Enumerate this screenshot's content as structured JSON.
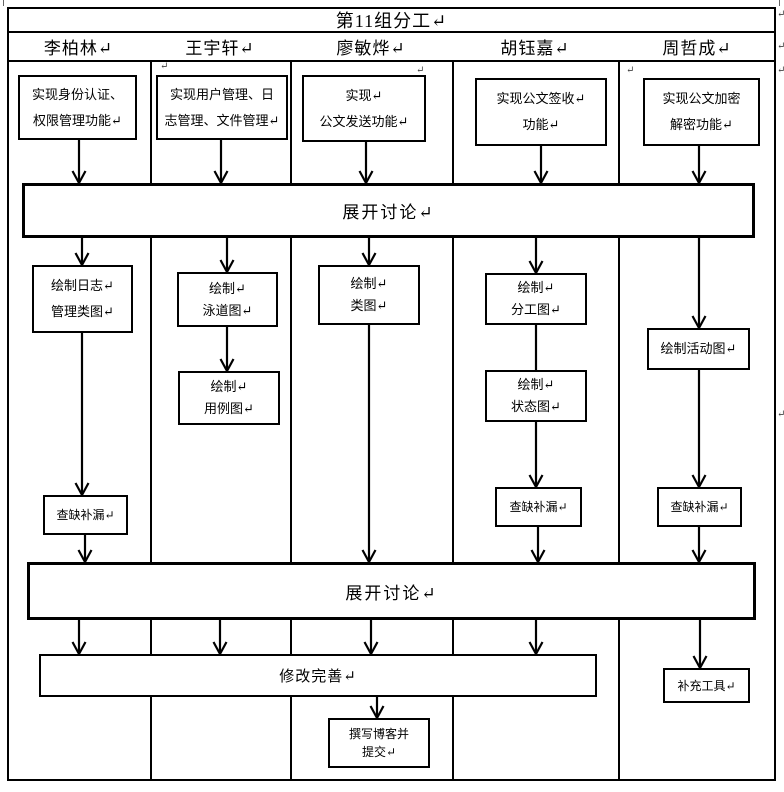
{
  "page": {
    "title": "第11组分工↵"
  },
  "columns": [
    {
      "member": "李柏林↵",
      "tasks": {
        "implement": "实现身份认证、\n权限管理功能↵",
        "diagram1": "绘制日志↵\n管理类图↵",
        "gap_check": "查缺补漏↵"
      }
    },
    {
      "member": "王宇轩↵",
      "tasks": {
        "implement": "实现用户管理、日\n志管理、文件管理↵",
        "diagram1": "绘制↵\n泳道图↵",
        "diagram2": "绘制↵\n用例图↵"
      }
    },
    {
      "member": "廖敏烨↵",
      "tasks": {
        "implement": "实现↵\n公文发送功能↵",
        "diagram1": "绘制↵\n类图↵",
        "blog": "撰写博客并\n提交↵"
      }
    },
    {
      "member": "胡钰嘉↵",
      "tasks": {
        "implement": "实现公文签收↵\n功能↵",
        "diagram1": "绘制↵\n分工图↵",
        "diagram2": "绘制↵\n状态图↵",
        "gap_check": "查缺补漏↵"
      }
    },
    {
      "member": "周哲成↵",
      "tasks": {
        "implement": "实现公文加密\n解密功能↵",
        "diagram1": "绘制活动图↵",
        "gap_check": "查缺补漏↵",
        "tools": "补充工具↵"
      }
    }
  ],
  "bands": {
    "discussion1": "展开讨论↵",
    "discussion2": "展开讨论↵",
    "revise": "修改完善↵"
  },
  "marks": {
    "return_mark": "↵"
  },
  "colors": {
    "ink": "#000000",
    "background": "#ffffff"
  }
}
